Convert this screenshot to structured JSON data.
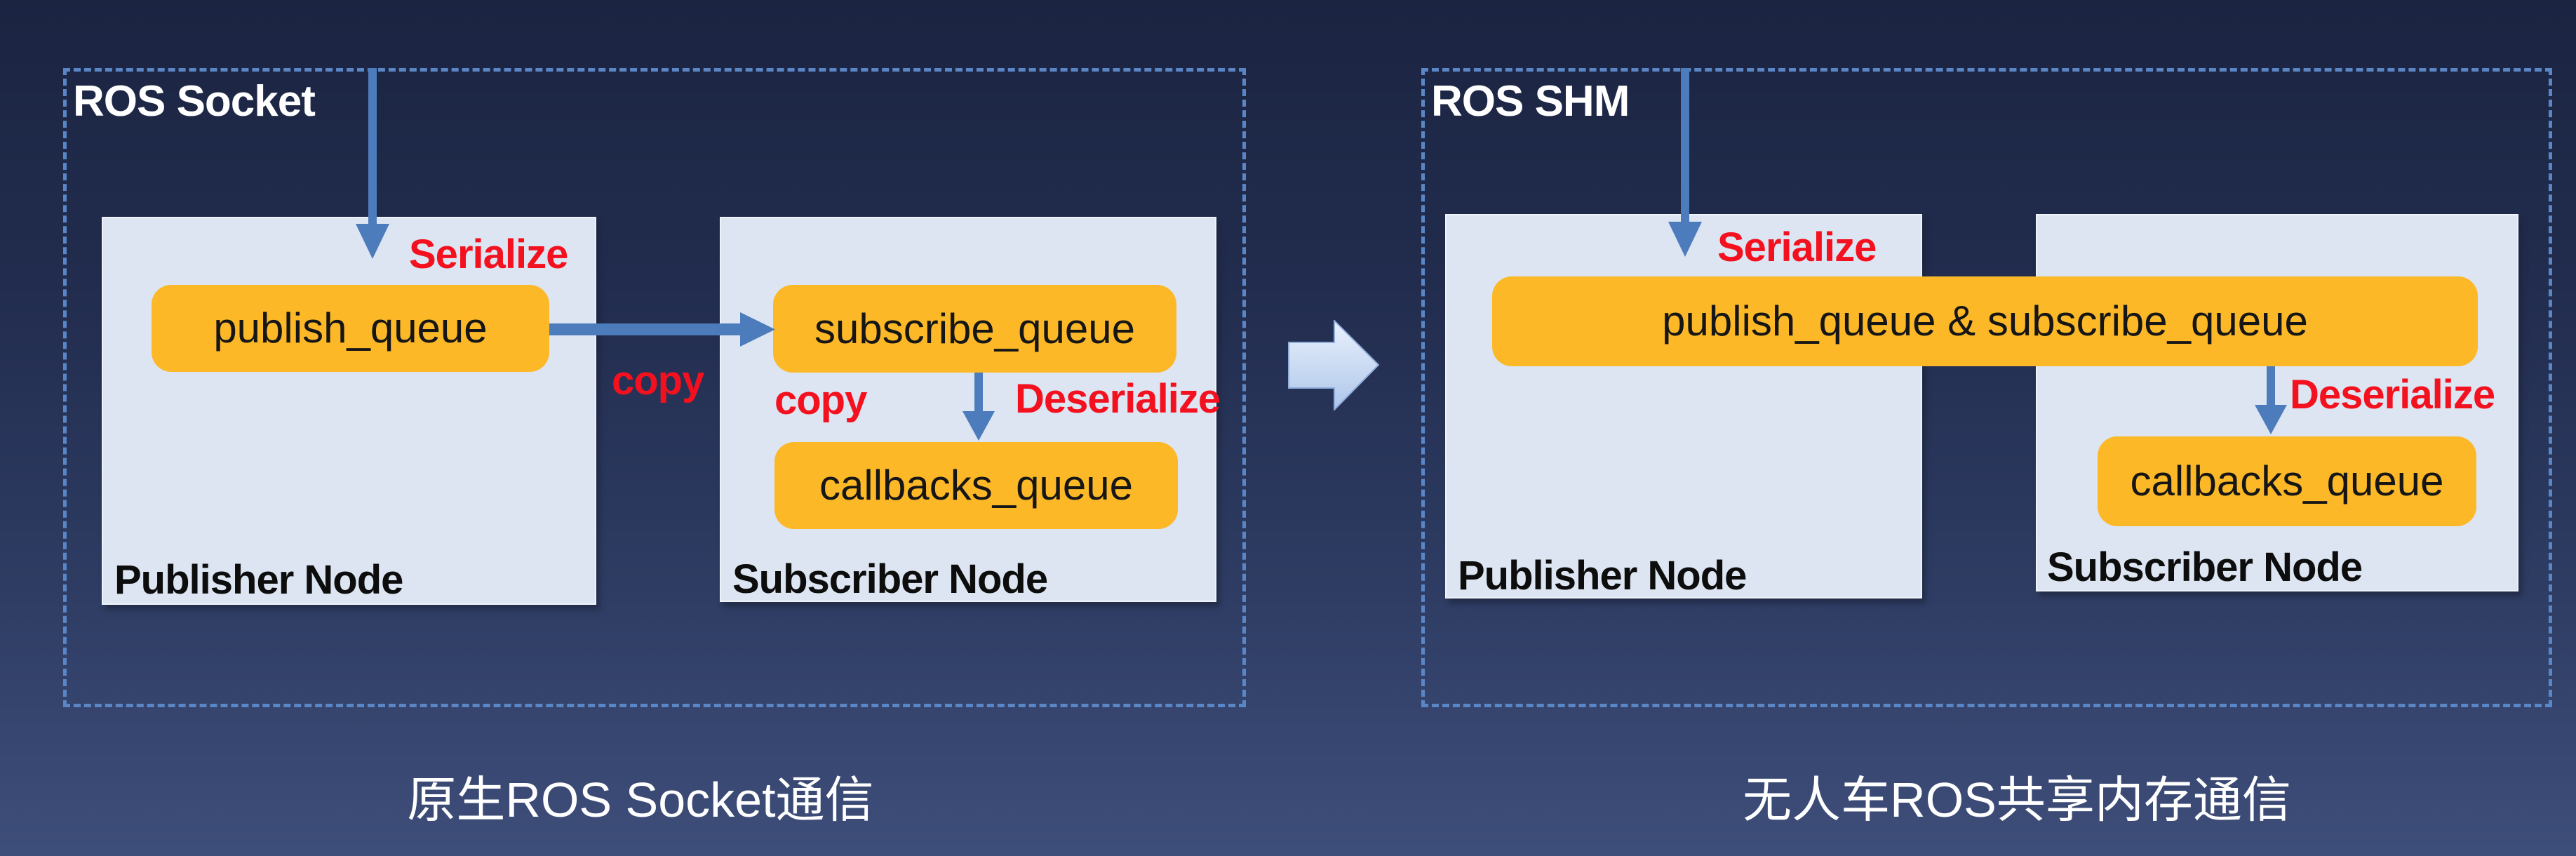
{
  "left_diagram": {
    "frame_label": "ROS Socket",
    "caption": "原生ROS Socket通信",
    "publisher": {
      "label": "Publisher Node",
      "queue": "publish_queue"
    },
    "subscriber": {
      "label": "Subscriber Node",
      "queue_top": "subscribe_queue",
      "queue_bottom": "callbacks_queue"
    },
    "annotations": {
      "serialize": "Serialize",
      "copy_outer": "copy",
      "copy_inner": "copy",
      "deserialize": "Deserialize"
    }
  },
  "right_diagram": {
    "frame_label": "ROS SHM",
    "caption": "无人车ROS共享内存通信",
    "shared_queue": "publish_queue & subscribe_queue",
    "publisher": {
      "label": "Publisher Node"
    },
    "subscriber": {
      "label": "Subscriber Node",
      "queue": "callbacks_queue"
    },
    "annotations": {
      "serialize": "Serialize",
      "deserialize": "Deserialize"
    }
  },
  "colors": {
    "bg-top": "#1b2441",
    "bg-bottom": "#3e4e7a",
    "dashed": "#5b86c5",
    "panel": "#dce5f1",
    "orange": "#fcb827",
    "red": "#f4111f",
    "arrow": "#4d7cbd"
  }
}
